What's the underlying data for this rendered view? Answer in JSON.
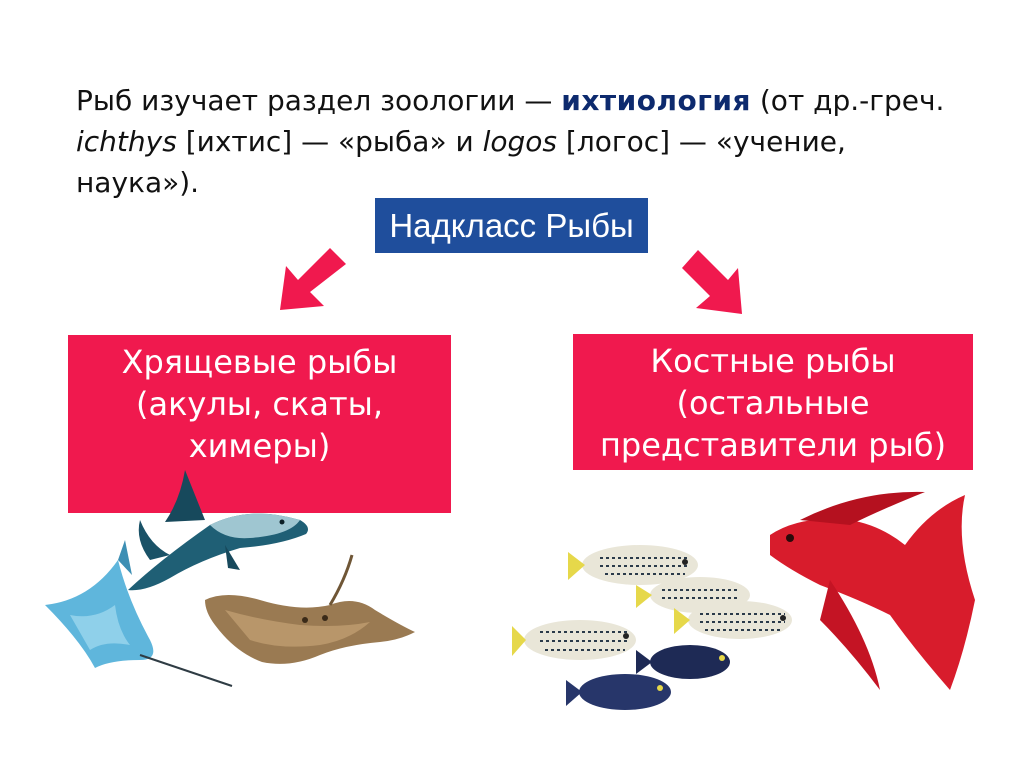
{
  "intro": {
    "part1": "Рыб изучает раздел зоологии — ",
    "term": "ихтиология",
    "part2": " (от др.-греч. ",
    "greek1": "ichthys",
    "part3": " [ихтис] — «рыба» и ",
    "greek2": "logos",
    "part4": " [логос] — «учение, наука»)."
  },
  "superclass": {
    "label": "Надкласс Рыбы"
  },
  "cartilaginous": {
    "line1": "Хрящевые рыбы",
    "line2": "(акулы, скаты,",
    "line3": "химеры)"
  },
  "bony": {
    "line1": "Костные рыбы",
    "line2": "(остальные",
    "line3": "представители рыб)"
  },
  "colors": {
    "term": "#0d2a6e",
    "badge_bg": "#1f4e9c",
    "box_bg": "#f0194e",
    "arrow": "#f0194e",
    "text": "#111111"
  }
}
